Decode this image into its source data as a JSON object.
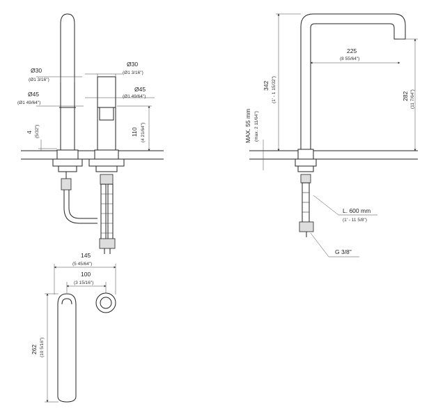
{
  "front": {
    "d30_left": "Ø30",
    "d30_left_in": "(Ø1 3/16\")",
    "d45_left": "Ø45",
    "d45_left_in": "(Ø1 49/64\")",
    "d30_right": "Ø30",
    "d30_right_in": "(Ø1 3/16\")",
    "d45_right": "Ø45",
    "d45_right_in": "(Ø1 49/64\")",
    "h4": "4",
    "h4_in": "(5/32\")",
    "h110": "110",
    "h110_in": "(4 21/64\")"
  },
  "side": {
    "h342": "342",
    "h342_in": "(1' - 1 15/32\")",
    "w225": "225",
    "w225_in": "(8 55/64\")",
    "h282": "282",
    "h282_in": "(11 7/64\")",
    "max": "MAX. 55 mm",
    "max_in": "(max. 2 11/64\")",
    "hose": "L. 600 mm",
    "hose_in": "(1' - 11 5/8\")",
    "thread": "G 3/8\""
  },
  "top": {
    "w145": "145",
    "w145_in": "(5 45/64\")",
    "w100": "100",
    "w100_in": "(3 15/16\")",
    "h262": "262",
    "h262_in": "(10 5/16\")"
  }
}
